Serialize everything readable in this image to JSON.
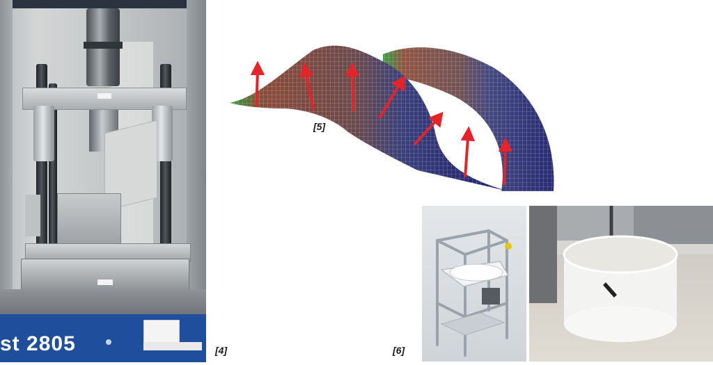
{
  "figure": {
    "label_4": "[4]",
    "label_5": "[5]",
    "label_6": "[6]"
  },
  "photo_machine": {
    "machine_text": "st 2805"
  },
  "colors": {
    "arrow": "#e3242b",
    "machine_blue": "#1f4f9c",
    "mesh_dark": "#1c1f6b",
    "mesh_warm": "#8a4b3a"
  }
}
